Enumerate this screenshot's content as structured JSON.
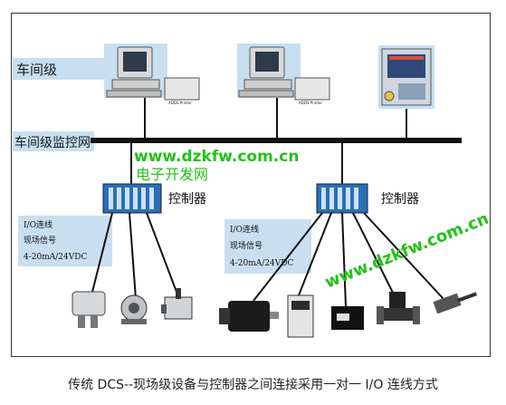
{
  "levels": {
    "workshop": "车间级",
    "network": "车间级监控网"
  },
  "workstations": [
    {
      "printer_label": "ADDS Printer"
    },
    {
      "printer_label": "ADDS Printer"
    }
  ],
  "controllers": [
    {
      "label": "控制器",
      "io_lines": [
        "I/O连线",
        "现场信号",
        "4-20mA/24VDC"
      ]
    },
    {
      "label": "控制器",
      "io_lines": [
        "I/O连线",
        "现场信号",
        "4-20mA/24VDC"
      ]
    }
  ],
  "watermarks": {
    "site_top": "www.dzkfw.com.cn",
    "site_top_cn": "电子开发网",
    "site_right": "www.dzkfw.com.cn"
  },
  "caption": "传统 DCS--现场级设备与控制器之间连接采用一对一 I/O 连线方式",
  "colors": {
    "band": "#c7dff1",
    "watermark": "#22c21a",
    "controller": "#2b6fb8"
  }
}
